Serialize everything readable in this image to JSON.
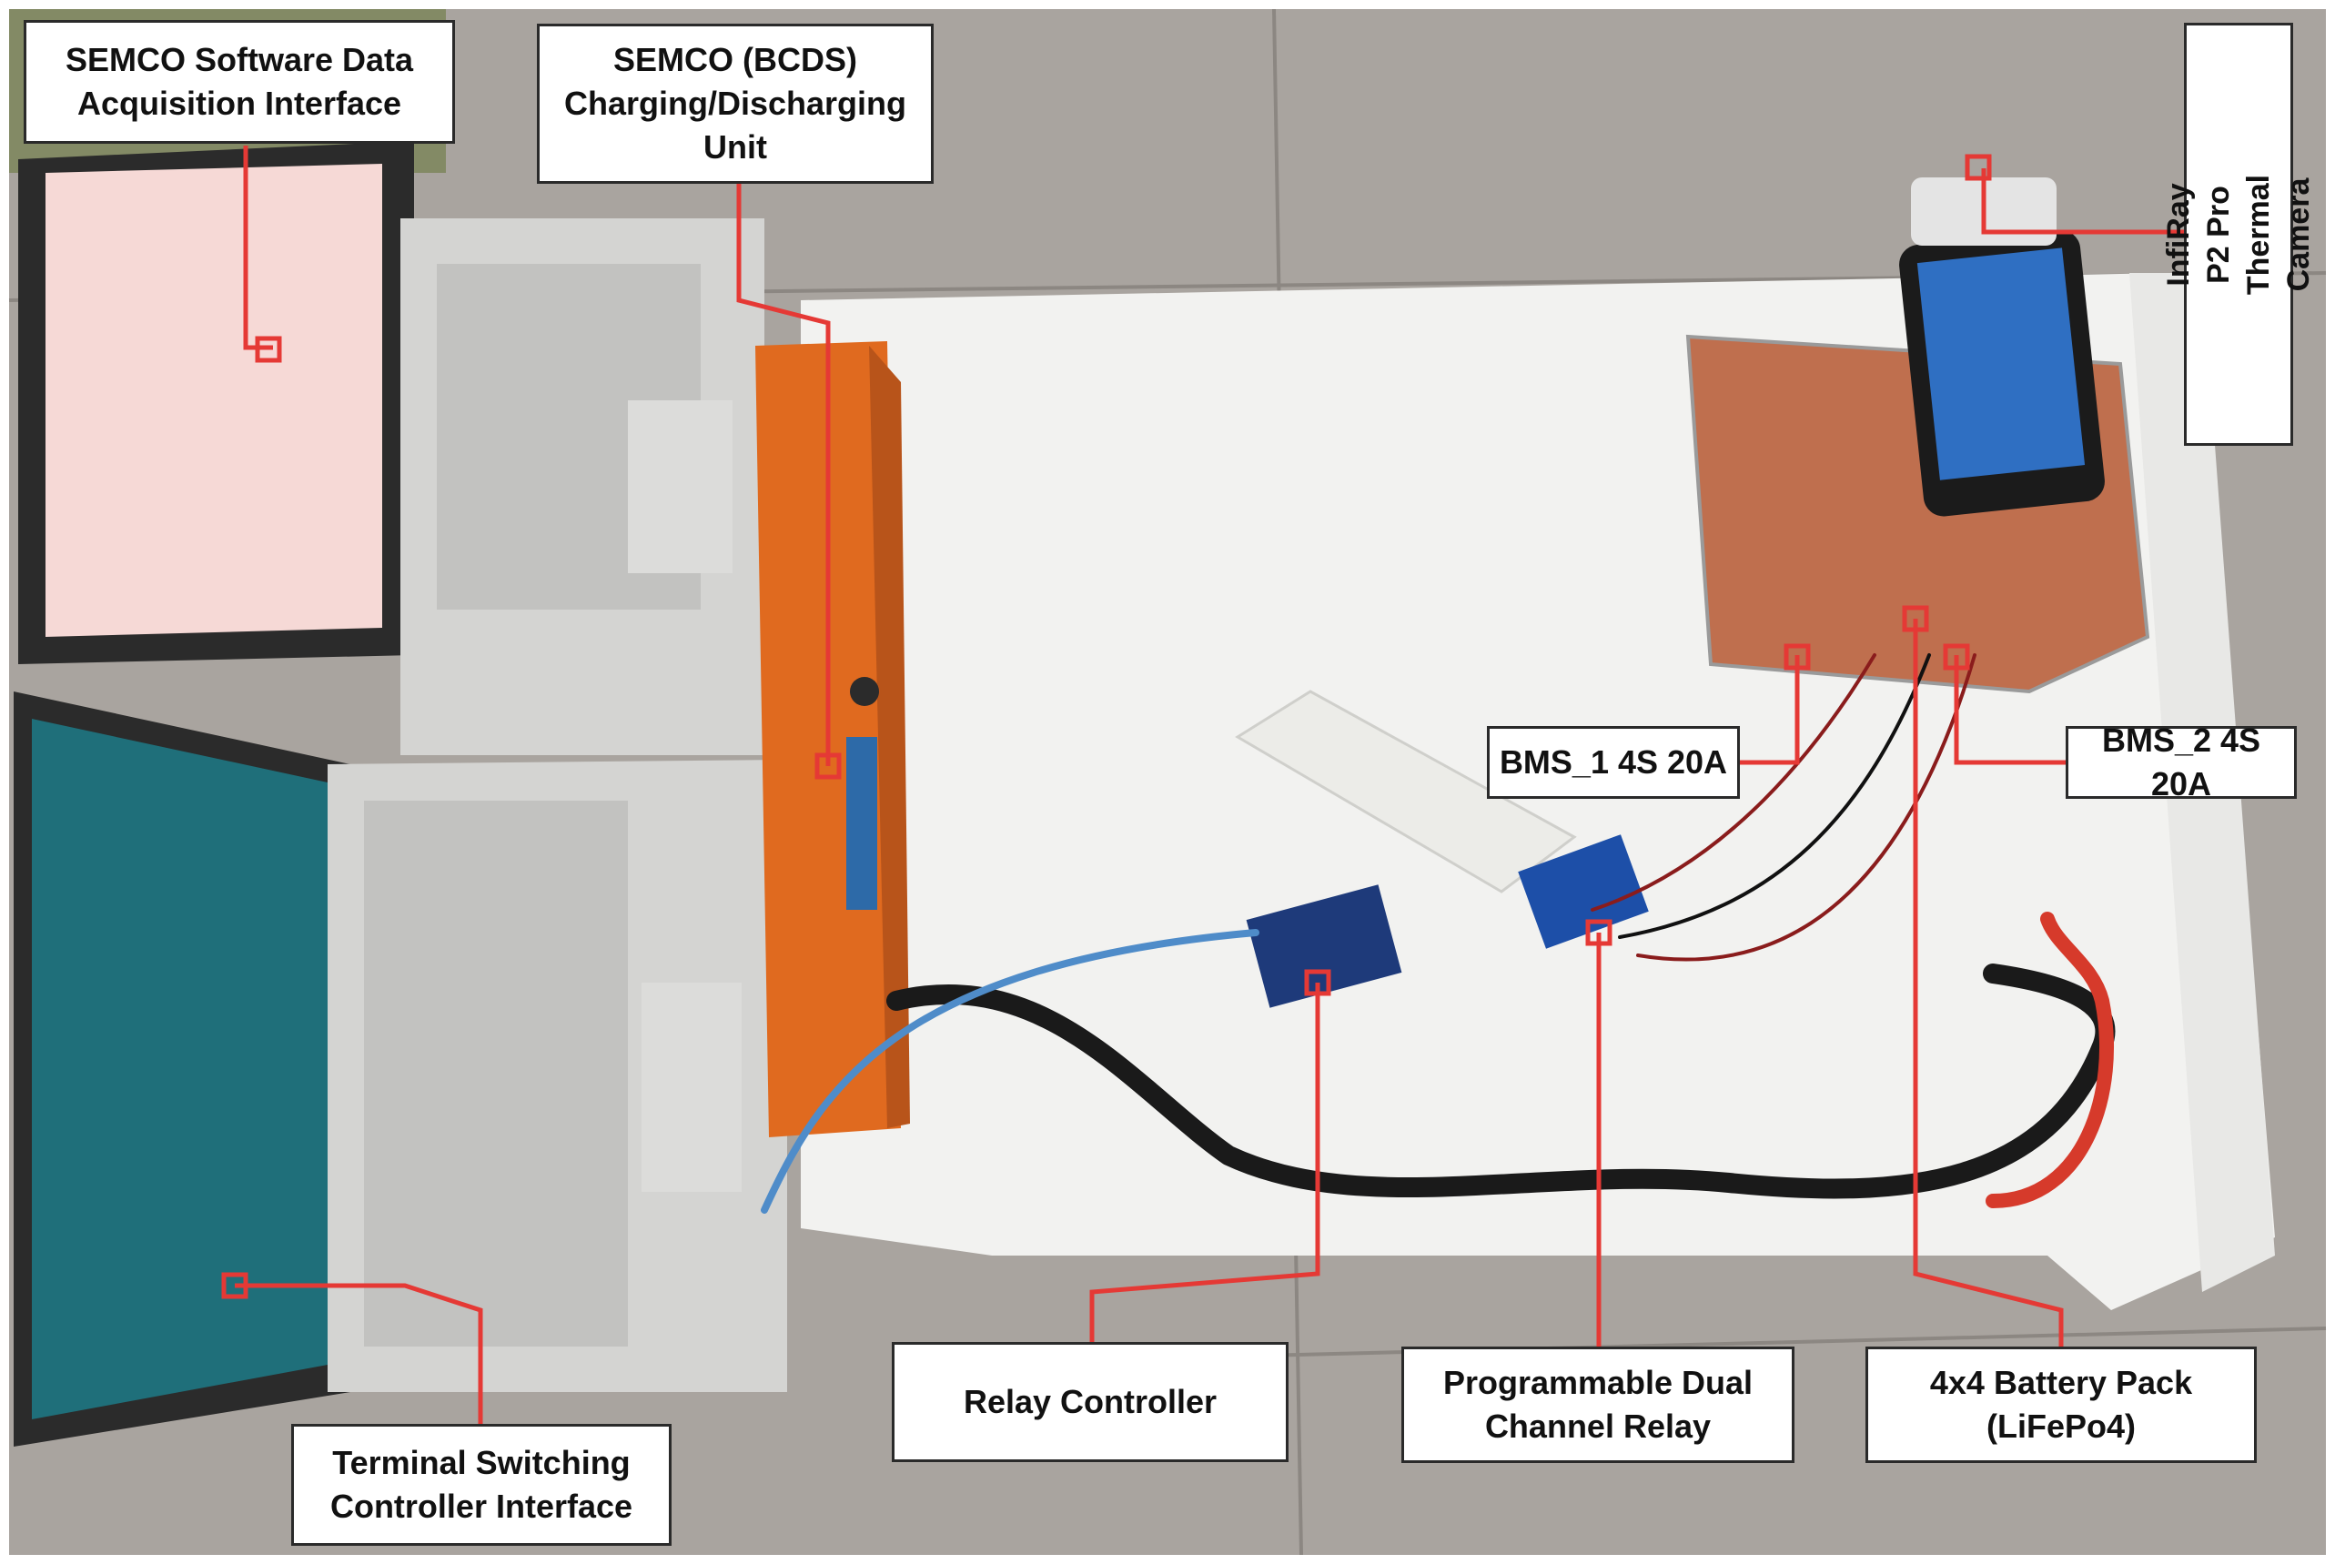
{
  "photo": {
    "description_colors": {
      "floor": "#a9a49f",
      "tile_line": "#7d7873",
      "paper": "#f2f2f0",
      "bcds_unit": "#e06a1f",
      "laptop_silver": "#d4d4d2",
      "leader_line": "#e53935",
      "battery_cells": "#b9613c"
    }
  },
  "labels": {
    "semco_software": "SEMCO Software Data\nAcquisition Interface",
    "semco_bcds": "SEMCO (BCDS)\nCharging/Discharging\nUnit",
    "thermal_camera": "InfiRay P2 Pro Thermal\nCamera",
    "bms1": "BMS_1 4S 20A",
    "bms2": "BMS_2 4S 20A",
    "terminal_switching": "Terminal Switching\nController Interface",
    "relay_controller": "Relay Controller",
    "dual_relay": "Programmable Dual\nChannel Relay",
    "battery_pack": "4x4 Battery Pack\n(LiFePo4)"
  }
}
